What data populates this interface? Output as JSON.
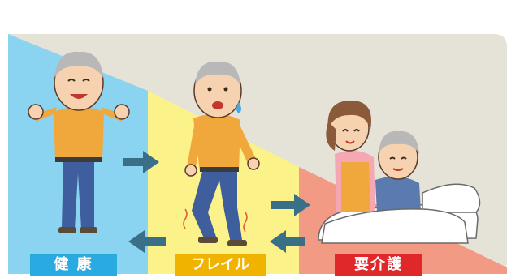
{
  "stages": [
    {
      "label": "健 康",
      "color": "#29abe2"
    },
    {
      "label": "フレイル",
      "color": "#f0b400"
    },
    {
      "label": "要介護",
      "color": "#e0282a"
    }
  ],
  "zones": {
    "healthy": "#8ad4f2",
    "frail": "#fbf28a",
    "care": "#f29a83",
    "background": "#e5e2d8"
  },
  "arrow_color": "#3a6f88"
}
